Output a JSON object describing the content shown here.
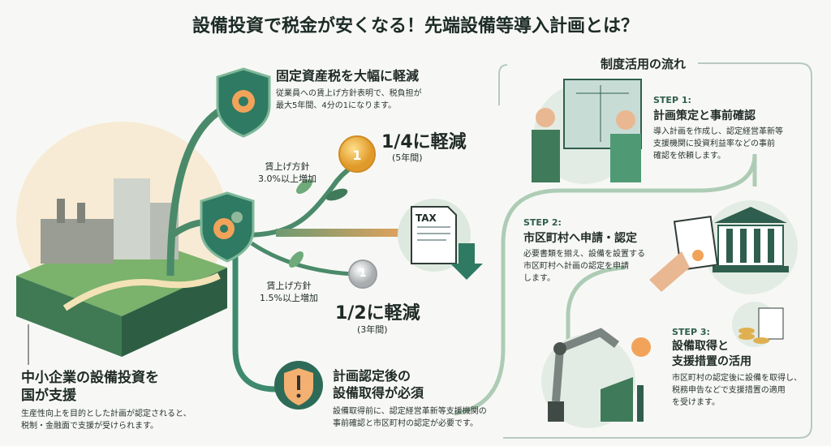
{
  "title": "設備投資で税金が安くなる！先端設備等導入計画とは？",
  "left": {
    "heading_line1": "中小企業の設備投資を",
    "heading_line2": "国が支援",
    "desc_line1": "生産性向上を目的とした計画が認定されると、",
    "desc_line2": "税制・金融面で支援が受けられます。"
  },
  "top_benefit": {
    "heading": "固定資産税を大幅に軽減",
    "desc_line1": "従業員への賃上げ方針表明で、税負担が",
    "desc_line2": "最大5年間、4分の1になります。"
  },
  "branch_high": {
    "condition_line1": "賃上げ方針",
    "condition_line2": "3.0%以上増加",
    "result": "1/4に軽減",
    "period": "(5年間)",
    "coin_label": "1"
  },
  "branch_low": {
    "condition_line1": "賃上げ方針",
    "condition_line2": "1.5%以上増加",
    "result": "1/2に軽減",
    "period": "(3年間)",
    "coin_label": "1"
  },
  "tax_doc_label": "TAX",
  "warning": {
    "heading_line1": "計画認定後の",
    "heading_line2": "設備取得が必須",
    "desc_line1": "設備取得前に、認定経営革新等支援機関の",
    "desc_line2": "事前確認と市区町村の認定が必要です。"
  },
  "flow": {
    "title": "制度活用の流れ",
    "steps": [
      {
        "label": "STEP 1:",
        "heading": "計画策定と事前確認",
        "desc_line1": "導入計画を作成し、認定経営革新等",
        "desc_line2": "支援機関に投資利益率などの事前",
        "desc_line3": "確認を依頼します。"
      },
      {
        "label": "STEP 2:",
        "heading": "市区町村へ申請・認定",
        "desc_line1": "必要書類を揃え、設備を設置する",
        "desc_line2": "市区町村へ計画の認定を申請",
        "desc_line3": "します。"
      },
      {
        "label": "STEP 3:",
        "heading_line1": "設備取得と",
        "heading_line2": "支援措置の活用",
        "desc_line1": "市区町村の認定後に設備を取得し、",
        "desc_line2": "税務申告などで支援措置の適用",
        "desc_line3": "を受けます。"
      }
    ]
  },
  "colors": {
    "green": "#3f8a6e",
    "dark_green": "#2d6b58",
    "orange": "#f2a35a",
    "gold": "#f0b84a"
  }
}
